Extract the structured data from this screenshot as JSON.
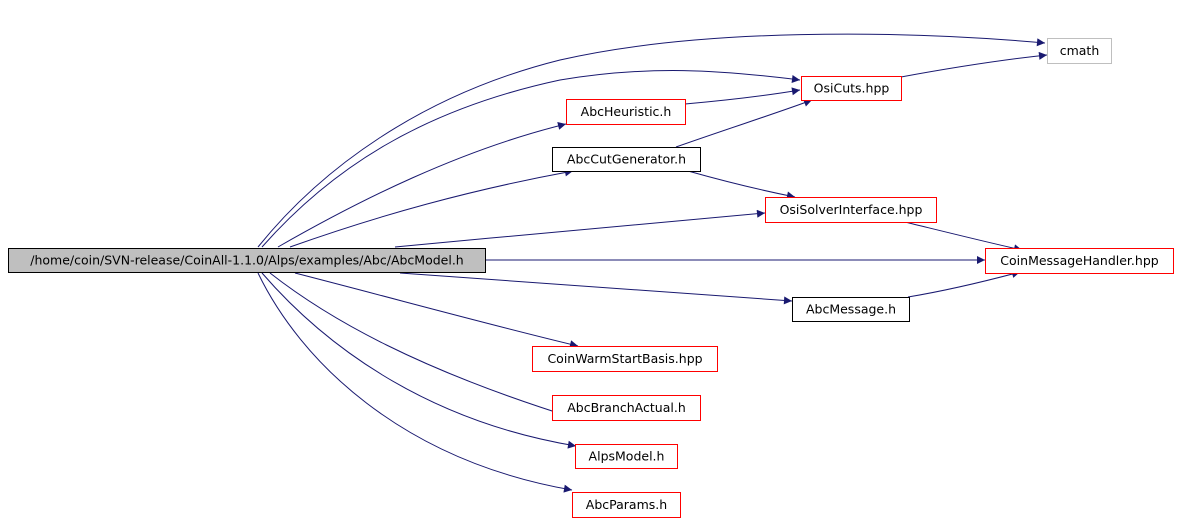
{
  "diagram": {
    "edge_color": "#191970",
    "root": {
      "id": "root",
      "label": "/home/coin/SVN-release/CoinAll-1.1.0/Alps/examples/Abc/AbcModel.h",
      "fill": "#bfbfbf",
      "border": "#000000"
    },
    "nodes": [
      {
        "id": "cmath",
        "label": "cmath",
        "border": "#bfbfbf"
      },
      {
        "id": "osicuts",
        "label": "OsiCuts.hpp",
        "border": "#ff0000"
      },
      {
        "id": "abcheuristic",
        "label": "AbcHeuristic.h",
        "border": "#ff0000"
      },
      {
        "id": "abccutgen",
        "label": "AbcCutGenerator.h",
        "border": "#000000"
      },
      {
        "id": "osisolver",
        "label": "OsiSolverInterface.hpp",
        "border": "#ff0000"
      },
      {
        "id": "coinmsg",
        "label": "CoinMessageHandler.hpp",
        "border": "#ff0000"
      },
      {
        "id": "abcmessage",
        "label": "AbcMessage.h",
        "border": "#000000"
      },
      {
        "id": "coinwarm",
        "label": "CoinWarmStartBasis.hpp",
        "border": "#ff0000"
      },
      {
        "id": "abcbranch",
        "label": "AbcBranchActual.h",
        "border": "#ff0000"
      },
      {
        "id": "alpsmodel",
        "label": "AlpsModel.h",
        "border": "#ff0000"
      },
      {
        "id": "abcparams",
        "label": "AbcParams.h",
        "border": "#ff0000"
      }
    ],
    "edges": [
      {
        "from": "root",
        "to": "cmath"
      },
      {
        "from": "root",
        "to": "osicuts"
      },
      {
        "from": "root",
        "to": "abcheuristic"
      },
      {
        "from": "root",
        "to": "abccutgen"
      },
      {
        "from": "root",
        "to": "osisolver"
      },
      {
        "from": "root",
        "to": "coinmsg"
      },
      {
        "from": "root",
        "to": "abcmessage"
      },
      {
        "from": "root",
        "to": "coinwarm"
      },
      {
        "from": "root",
        "to": "abcbranch"
      },
      {
        "from": "root",
        "to": "alpsmodel"
      },
      {
        "from": "root",
        "to": "abcparams"
      },
      {
        "from": "abcheuristic",
        "to": "osicuts"
      },
      {
        "from": "abccutgen",
        "to": "osicuts"
      },
      {
        "from": "abccutgen",
        "to": "osisolver"
      },
      {
        "from": "osicuts",
        "to": "cmath"
      },
      {
        "from": "osisolver",
        "to": "coinmsg"
      },
      {
        "from": "abcmessage",
        "to": "coinmsg"
      }
    ]
  }
}
